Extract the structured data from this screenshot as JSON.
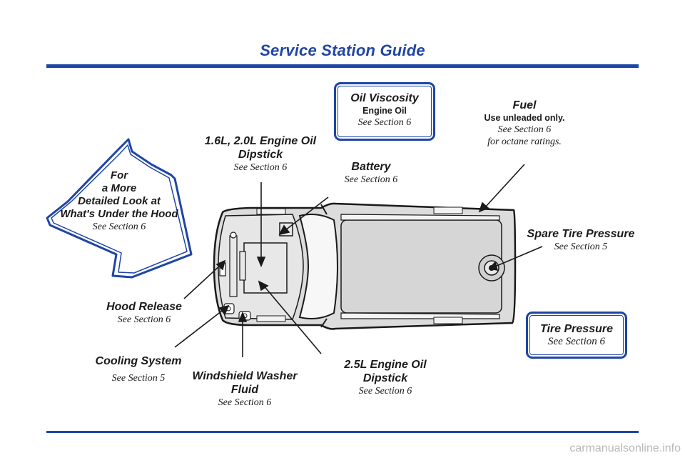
{
  "page": {
    "title": "Service Station Guide",
    "watermark": "carmanualsonline.info"
  },
  "callouts": {
    "arrow": {
      "lines": [
        "For",
        "a More",
        "Detailed Look at",
        "What's Under the Hood"
      ],
      "ref": "See Section 6"
    },
    "oil_viscosity": {
      "title": "Oil Viscosity",
      "note": "Engine Oil",
      "ref": "See Section 6"
    },
    "fuel": {
      "title": "Fuel",
      "note": "Use unleaded only.",
      "ref": "See Section 6",
      "ref2": "for octane ratings."
    },
    "dipstick_16": {
      "title_line1": "1.6L, 2.0L Engine Oil",
      "title_line2": "Dipstick",
      "ref": "See Section 6"
    },
    "battery": {
      "title": "Battery",
      "ref": "See Section 6"
    },
    "spare_tire": {
      "title": "Spare Tire Pressure",
      "ref": "See Section 5"
    },
    "hood_release": {
      "title": "Hood Release",
      "ref": "See Section 6"
    },
    "tire_pressure": {
      "title": "Tire Pressure",
      "ref": "See Section 6"
    },
    "cooling_system": {
      "title": "Cooling System",
      "ref": "See Section 5"
    },
    "washer_fluid": {
      "title_line1": "Windshield Washer",
      "title_line2": "Fluid",
      "ref": "See Section 6"
    },
    "dipstick_25": {
      "title": "2.5L Engine Oil Dipstick",
      "ref": "See Section 6"
    }
  },
  "colors": {
    "accent": "#1f45a5",
    "car_fill": "#dcdcdc",
    "ink": "#1a1a1a"
  }
}
